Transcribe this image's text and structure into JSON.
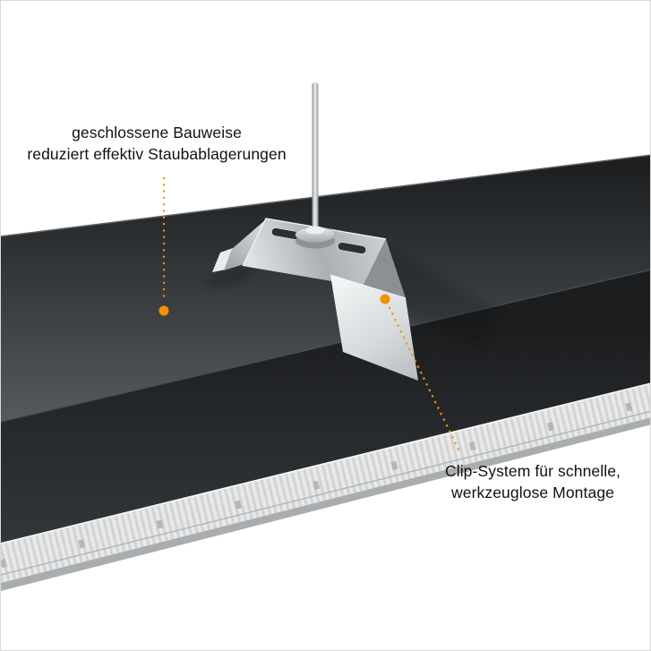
{
  "page": {
    "background": "#ffffff",
    "border": "#d9d9d9"
  },
  "colors": {
    "accent": "#f39200",
    "text": "#111111",
    "body_dark": "#2b2e30",
    "metal_silver": "#c9cdcf",
    "diffuser": "#e2e3e4"
  },
  "annotations": [
    {
      "id": "enclosed-design",
      "line1": "geschlossene Bauweise",
      "line2": "reduziert effektiv Staubablagerungen"
    },
    {
      "id": "clip-system",
      "line1": "Clip-System für schnelle,",
      "line2": "werkzeuglose Montage"
    }
  ],
  "illustration": {
    "parts": [
      "suspension-rod",
      "rod-mount-disc",
      "mounting-clip",
      "luminaire-top-surface",
      "luminaire-front-face",
      "diffuser-strip"
    ]
  }
}
